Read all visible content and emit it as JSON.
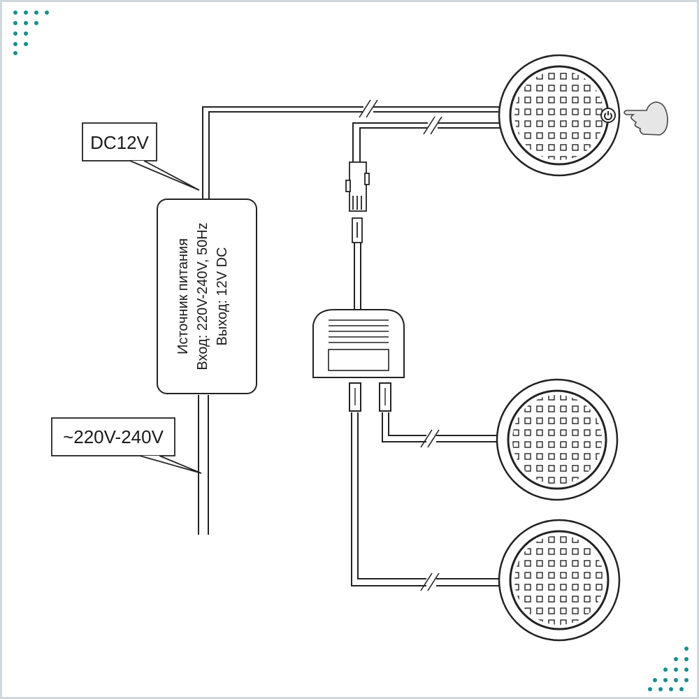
{
  "labels": {
    "dc_voltage": "DC12V",
    "ac_voltage": "~220V-240V"
  },
  "power_supply": {
    "line1": "Источник питания",
    "line2": "Вход: 220V-240V, 50Hz",
    "line3": "Выход: 12V DC"
  },
  "lamps": [
    {
      "has_touch_sensor": true
    },
    {
      "has_touch_sensor": false
    },
    {
      "has_touch_sensor": false
    }
  ],
  "icons": {
    "touch": "pointing-hand-icon",
    "power": "power-icon",
    "corner_top_left": "dot-grid-icon",
    "corner_bottom_right": "dot-grid-icon"
  },
  "colors": {
    "line": "#222222",
    "accent_dots": "#1a8e8e",
    "frame": "#cfd8dc",
    "hand_fill": "#e6e6e6"
  }
}
